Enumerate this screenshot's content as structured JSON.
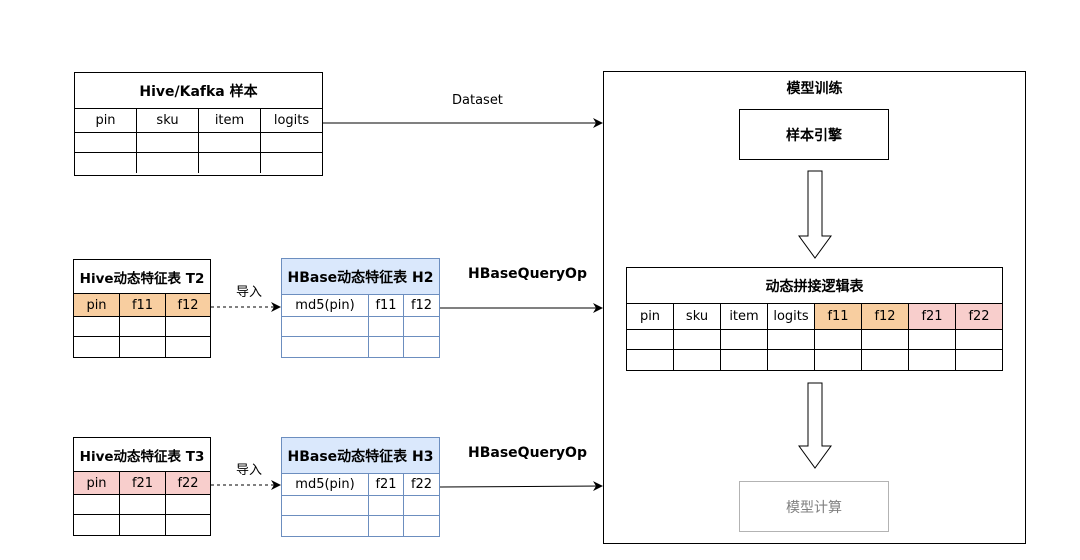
{
  "diagram": {
    "sample_table": {
      "title": "Hive/Kafka 样本",
      "columns": [
        "pin",
        "sku",
        "item",
        "logits"
      ]
    },
    "hive_t2": {
      "title": "Hive动态特征表 T2",
      "columns": [
        "pin",
        "f11",
        "f12"
      ],
      "header_color": "#f8cea0"
    },
    "hbase_h2": {
      "title": "HBase动态特征表 H2",
      "columns": [
        "md5(pin)",
        "f11",
        "f12"
      ],
      "fill_color": "#dae8fc",
      "stroke_color": "#6c8ebf"
    },
    "hive_t3": {
      "title": "Hive动态特征表 T3",
      "columns": [
        "pin",
        "f21",
        "f22"
      ],
      "header_color": "#f8cecc"
    },
    "hbase_h3": {
      "title": "HBase动态特征表 H3",
      "columns": [
        "md5(pin)",
        "f21",
        "f22"
      ],
      "fill_color": "#dae8fc",
      "stroke_color": "#6c8ebf"
    },
    "edges": {
      "dataset": "Dataset",
      "import_t2": "导入",
      "import_t3": "导入",
      "query_h2": "HBaseQueryOp",
      "query_h3": "HBaseQueryOp"
    },
    "training": {
      "title": "模型训练",
      "sample_engine": "样本引擎",
      "logic_table": {
        "title": "动态拼接逻辑表",
        "columns": [
          "pin",
          "sku",
          "item",
          "logits",
          "f11",
          "f12",
          "f21",
          "f22"
        ]
      },
      "compute": "模型计算"
    }
  }
}
